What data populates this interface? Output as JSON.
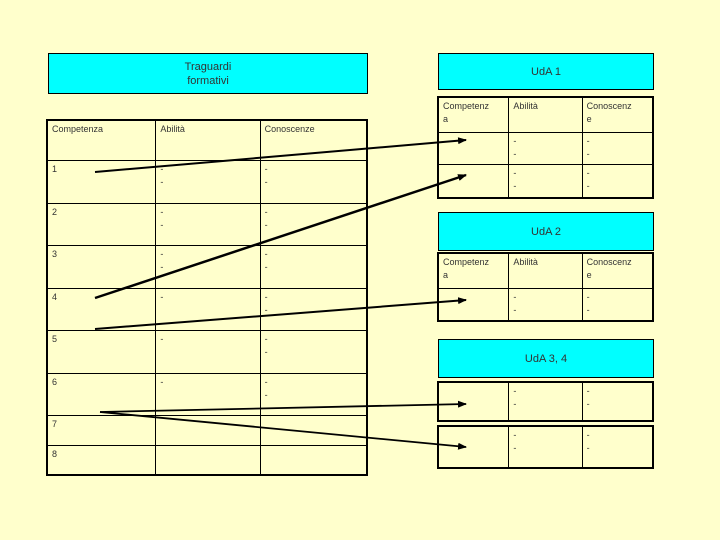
{
  "slide": {
    "background_color": "#ffffcc",
    "accent_color": "#00ffff",
    "line_color": "#000000"
  },
  "left_panel": {
    "title": "Traguardi\nformativi",
    "table": {
      "headers": [
        "Competenza",
        "Abilità",
        "Conoscenze"
      ],
      "rows": [
        {
          "competenza": "1",
          "abilita": "-\n-",
          "conoscenze": "-\n-"
        },
        {
          "competenza": "2",
          "abilita": "-\n-",
          "conoscenze": "-\n-"
        },
        {
          "competenza": "3",
          "abilita": "-\n-",
          "conoscenze": "-\n-"
        },
        {
          "competenza": "4",
          "abilita": "-",
          "conoscenze": "-\n-"
        },
        {
          "competenza": "5",
          "abilita": "-",
          "conoscenze": "-\n-"
        },
        {
          "competenza": "6",
          "abilita": "-",
          "conoscenze": "-\n-"
        },
        {
          "competenza": "7",
          "abilita": "",
          "conoscenze": ""
        },
        {
          "competenza": "8",
          "abilita": "",
          "conoscenze": ""
        }
      ]
    }
  },
  "right_panels": [
    {
      "title": "UdA 1",
      "has_header": true,
      "headers": [
        "Competenz\na",
        "Abilità",
        "Conoscenz\ne"
      ],
      "rows": [
        {
          "competenza": "",
          "abilita": "-\n-",
          "conoscenze": "-\n-"
        },
        {
          "competenza": "",
          "abilita": "-\n-",
          "conoscenze": "-\n-"
        }
      ]
    },
    {
      "title": "UdA 2",
      "has_header": true,
      "headers": [
        "Competenz\na",
        "Abilità",
        "Conoscenz\ne"
      ],
      "rows": [
        {
          "competenza": "",
          "abilita": "-\n-",
          "conoscenze": "-\n-"
        }
      ]
    },
    {
      "title": "UdA 3, 4",
      "has_header": false,
      "headers": [],
      "rows": [
        {
          "competenza": "",
          "abilita": "-\n-",
          "conoscenze": "-\n-"
        },
        {
          "competenza": "",
          "abilita": "-\n-",
          "conoscenze": "-\n-"
        }
      ]
    }
  ],
  "connectors": [
    {
      "from_row": "1",
      "to_panel": "UdA 1",
      "to_row": 1
    },
    {
      "from_row": "4",
      "to_panel": "UdA 1",
      "to_row": 2
    },
    {
      "from_row": "5",
      "to_panel": "UdA 2",
      "to_row": 1
    },
    {
      "from_row": "7",
      "to_panel": "UdA 3, 4",
      "to_row": 1
    },
    {
      "from_row": "7",
      "to_panel": "UdA 3, 4",
      "to_row": 2
    }
  ]
}
